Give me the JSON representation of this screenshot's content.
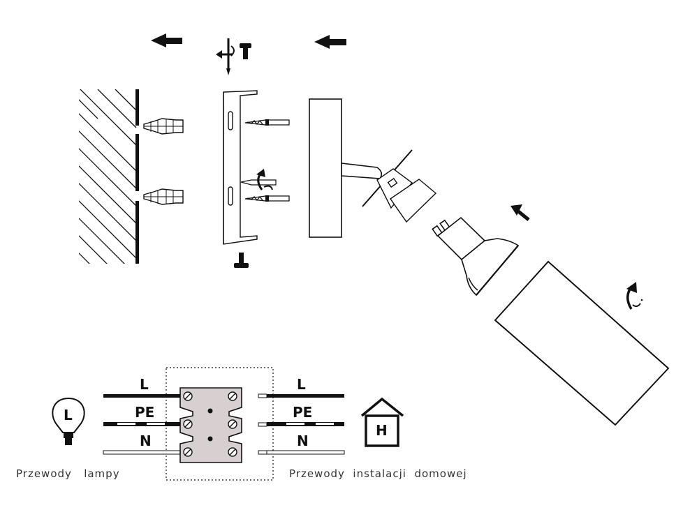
{
  "terminal_left": {
    "L": "L",
    "PE": "PE",
    "N": "N"
  },
  "terminal_right": {
    "L": "L",
    "PE": "PE",
    "N": "N"
  },
  "lamp_icon_letter": "L",
  "house_icon_letter": "H",
  "caption_left": "Przewody   lampy",
  "caption_right": "Przewody  instalacji  domowej",
  "icons": [
    "arrow-left-icon",
    "screw-icon",
    "rotate-arrow-icon",
    "wall-plug-icon",
    "gu10-bulb-icon",
    "lamp-icon",
    "house-icon"
  ]
}
